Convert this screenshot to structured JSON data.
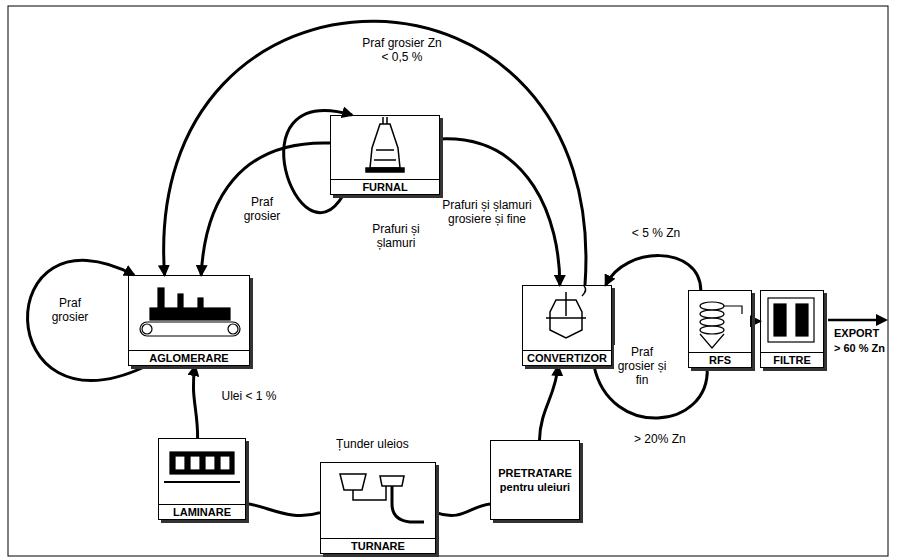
{
  "diagram": {
    "nodes": [
      {
        "text": [
          "FURNAL"
        ]
      },
      {
        "text": [
          "AGLOMERARE"
        ]
      },
      {
        "text": [
          "CONVERTIZOR"
        ]
      },
      {
        "text": [
          "RFS"
        ]
      },
      {
        "text": [
          "FILTRE"
        ]
      },
      {
        "text": [
          "LAMINARE"
        ]
      },
      {
        "text": [
          "TURNARE"
        ]
      },
      {
        "text": [
          "PRETRATARE pentru uleiuri"
        ]
      }
    ],
    "edges": [
      {
        "from": 2,
        "to": 1,
        "label": "Praf grosier Zn < 0,5 %",
        "arrow": "to"
      },
      {
        "from": 0,
        "to": 0,
        "label": "Prafuri și șlamuri",
        "arrow": "to"
      },
      {
        "from": 0,
        "to": 1,
        "label": "Praf grosier",
        "arrow": "to"
      },
      {
        "from": 0,
        "to": 2,
        "label": "Prafuri și șlamuri grosiere și fine",
        "arrow": "to"
      },
      {
        "from": 1,
        "to": 1,
        "label": "Praf grosier",
        "arrow": "to"
      },
      {
        "from": 3,
        "to": 2,
        "label": "< 5 % Zn",
        "arrow": "to"
      },
      {
        "from": 2,
        "to": 3,
        "label": "Praf grosier și fin",
        "arrow": "none"
      },
      {
        "from": 3,
        "to": 4,
        "arrow": "to"
      },
      {
        "from": 5,
        "to": 1,
        "label": "Ulei < 1 %",
        "arrow": "to"
      },
      {
        "from": 6,
        "to": 5,
        "arrow": "none"
      },
      {
        "from": 6,
        "to": 7,
        "arrow": "none"
      },
      {
        "from": 7,
        "to": 2,
        "arrow": "to"
      }
    ],
    "labels": [
      "Țunder uleios",
      "> 20% Zn",
      "EXPORT",
      "> 60 % Zn"
    ]
  }
}
